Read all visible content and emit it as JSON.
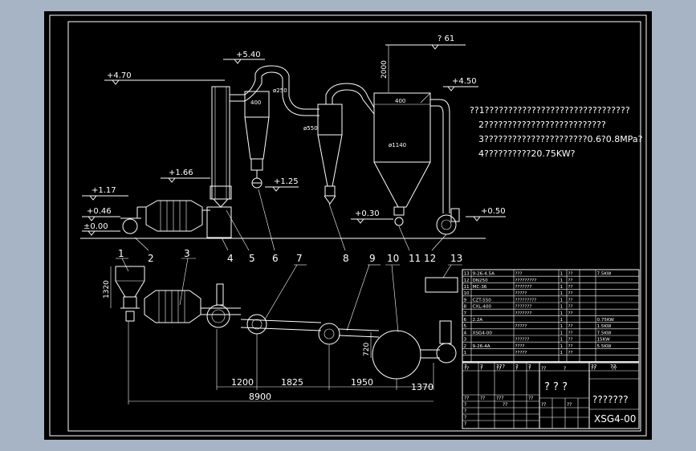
{
  "elevations": [
    "+5.40",
    "+4.70",
    "+1.66",
    "+1.17",
    "+0.46",
    "±0.00",
    "+1.25",
    "+4.50",
    "+0.30",
    "+0.50",
    "? 61"
  ],
  "dimensions": {
    "vertical_2000": "2000",
    "diam_250": "ø250",
    "diam_550": "ø550",
    "diam_1140": "ø1140",
    "height_1320": "1320",
    "height_720": "720",
    "d_1200": "1200",
    "d_1825": "1825",
    "d_1950": "1950",
    "d_1370": "1370",
    "total_8900": "8900",
    "small_400": "400"
  },
  "callouts_top": [
    "2",
    "4",
    "5",
    "6",
    "8",
    "11",
    "12"
  ],
  "callouts_bottom": [
    "1",
    "3",
    "7",
    "9",
    "10",
    "13"
  ],
  "notes": [
    "??1???????????????????????????????",
    "2??????????????????????????",
    "3??????????????????????0.6?0.8MPa?",
    "4??????????20.75KW?"
  ],
  "parts_table": [
    [
      "13",
      "9-26-4.5A",
      "???",
      "1",
      "??",
      "",
      "7.5KW"
    ],
    [
      "12",
      "DN250",
      "?????????",
      "1",
      "??",
      "",
      ""
    ],
    [
      "11",
      "MC-36",
      "???????",
      "1",
      "??",
      "",
      ""
    ],
    [
      "10",
      "",
      "?????",
      "1",
      "??",
      "",
      ""
    ],
    [
      "9",
      "CZT-550",
      "?????????",
      "1",
      "??",
      "",
      ""
    ],
    [
      "8",
      "CXL-400",
      "???????",
      "1",
      "??",
      "",
      ""
    ],
    [
      "7",
      "",
      "???????",
      "1",
      "??",
      "",
      ""
    ],
    [
      "6",
      "2.2A",
      "",
      "1",
      "",
      "",
      "0.75KW"
    ],
    [
      "5",
      "",
      "?????",
      "1",
      "??",
      "",
      "1.5KW"
    ],
    [
      "4",
      "XSG4-00",
      "",
      "1",
      "??",
      "",
      "7.5KW"
    ],
    [
      "3",
      "",
      "??????",
      "1",
      "??",
      "",
      "15KW"
    ],
    [
      "2",
      "9-26-4A",
      "????",
      "1",
      "??",
      "",
      "5.5KW"
    ],
    [
      "1",
      "",
      "?????",
      "1",
      "??",
      "",
      ""
    ]
  ],
  "table_header": [
    "??",
    "?",
    "??",
    "?",
    "?",
    "??",
    "?",
    "??",
    "??"
  ],
  "title_block": {
    "main_title": "? ? ?",
    "company": "???????",
    "drawing_number": "XSG4-00",
    "rev_cells": [
      "?",
      "?",
      "???",
      "?",
      "?",
      "??",
      "??"
    ],
    "sig_cells": [
      "??",
      "??",
      "??",
      "??",
      "???",
      "??",
      "??",
      "?",
      "?",
      "?",
      "?"
    ]
  }
}
